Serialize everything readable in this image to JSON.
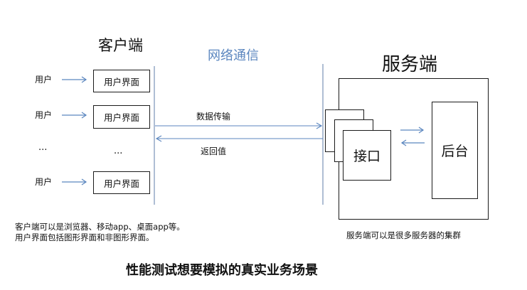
{
  "client": {
    "title": "客户端",
    "users": [
      {
        "user": "用户",
        "box": "用户界面"
      },
      {
        "user": "用户",
        "box": "用户界面"
      },
      {
        "user": "...",
        "box": "..."
      },
      {
        "user": "用户",
        "box": "用户界面"
      }
    ],
    "note_line1": "客户端可以是浏览器、移动app、桌面app等。",
    "note_line2": "用户界面包括图形界面和非图形界面。"
  },
  "network": {
    "title": "网络通信",
    "send_label": "数据传输",
    "return_label": "返回值"
  },
  "server": {
    "title": "服务端",
    "interface_label": "接口",
    "backend_label": "后台",
    "note": "服务端可以是很多服务器的集群"
  },
  "caption": "性能测试想要模拟的真实业务场景",
  "colors": {
    "arrow_blue": "#5b86bf",
    "network_title": "#5b86bf",
    "line": "#7a93b8",
    "border": "#1a1a1a"
  }
}
